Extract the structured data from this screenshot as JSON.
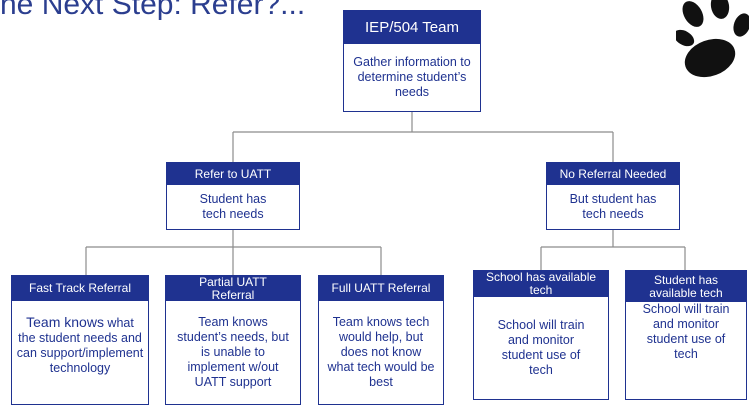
{
  "slide": {
    "title": "he Next Step: Refer?..."
  },
  "colors": {
    "navy": "#1f3290",
    "title_blue": "#2b3e8f",
    "connector": "#8c8c8c",
    "paw": "#111111"
  },
  "icons": {
    "corner": "paw-print-icon"
  },
  "root": {
    "header": "IEP/504 Team",
    "body": "Gather information to determine student’s needs"
  },
  "branches": {
    "refer": {
      "header": "Refer to UATT",
      "body": "Student has tech needs"
    },
    "no_referral": {
      "header": "No Referral Needed",
      "body": "But student has tech needs"
    }
  },
  "leaves": {
    "fast_track": {
      "header": "Fast Track Referral",
      "body_lead": "Team knows",
      "body": " what the student needs and can support/implement technology"
    },
    "partial": {
      "header": "Partial  UATT Referral",
      "body": "Team knows student’s needs, but is unable to implement w/out UATT support"
    },
    "full": {
      "header": "Full UATT Referral",
      "body": "Team knows tech would help, but does not know what tech would be best"
    },
    "school_tech": {
      "header": "School has available tech",
      "body": "School will train and monitor student use of tech"
    },
    "student_tech": {
      "header": "Student has available tech",
      "body": "School will train and monitor student use of tech"
    }
  }
}
